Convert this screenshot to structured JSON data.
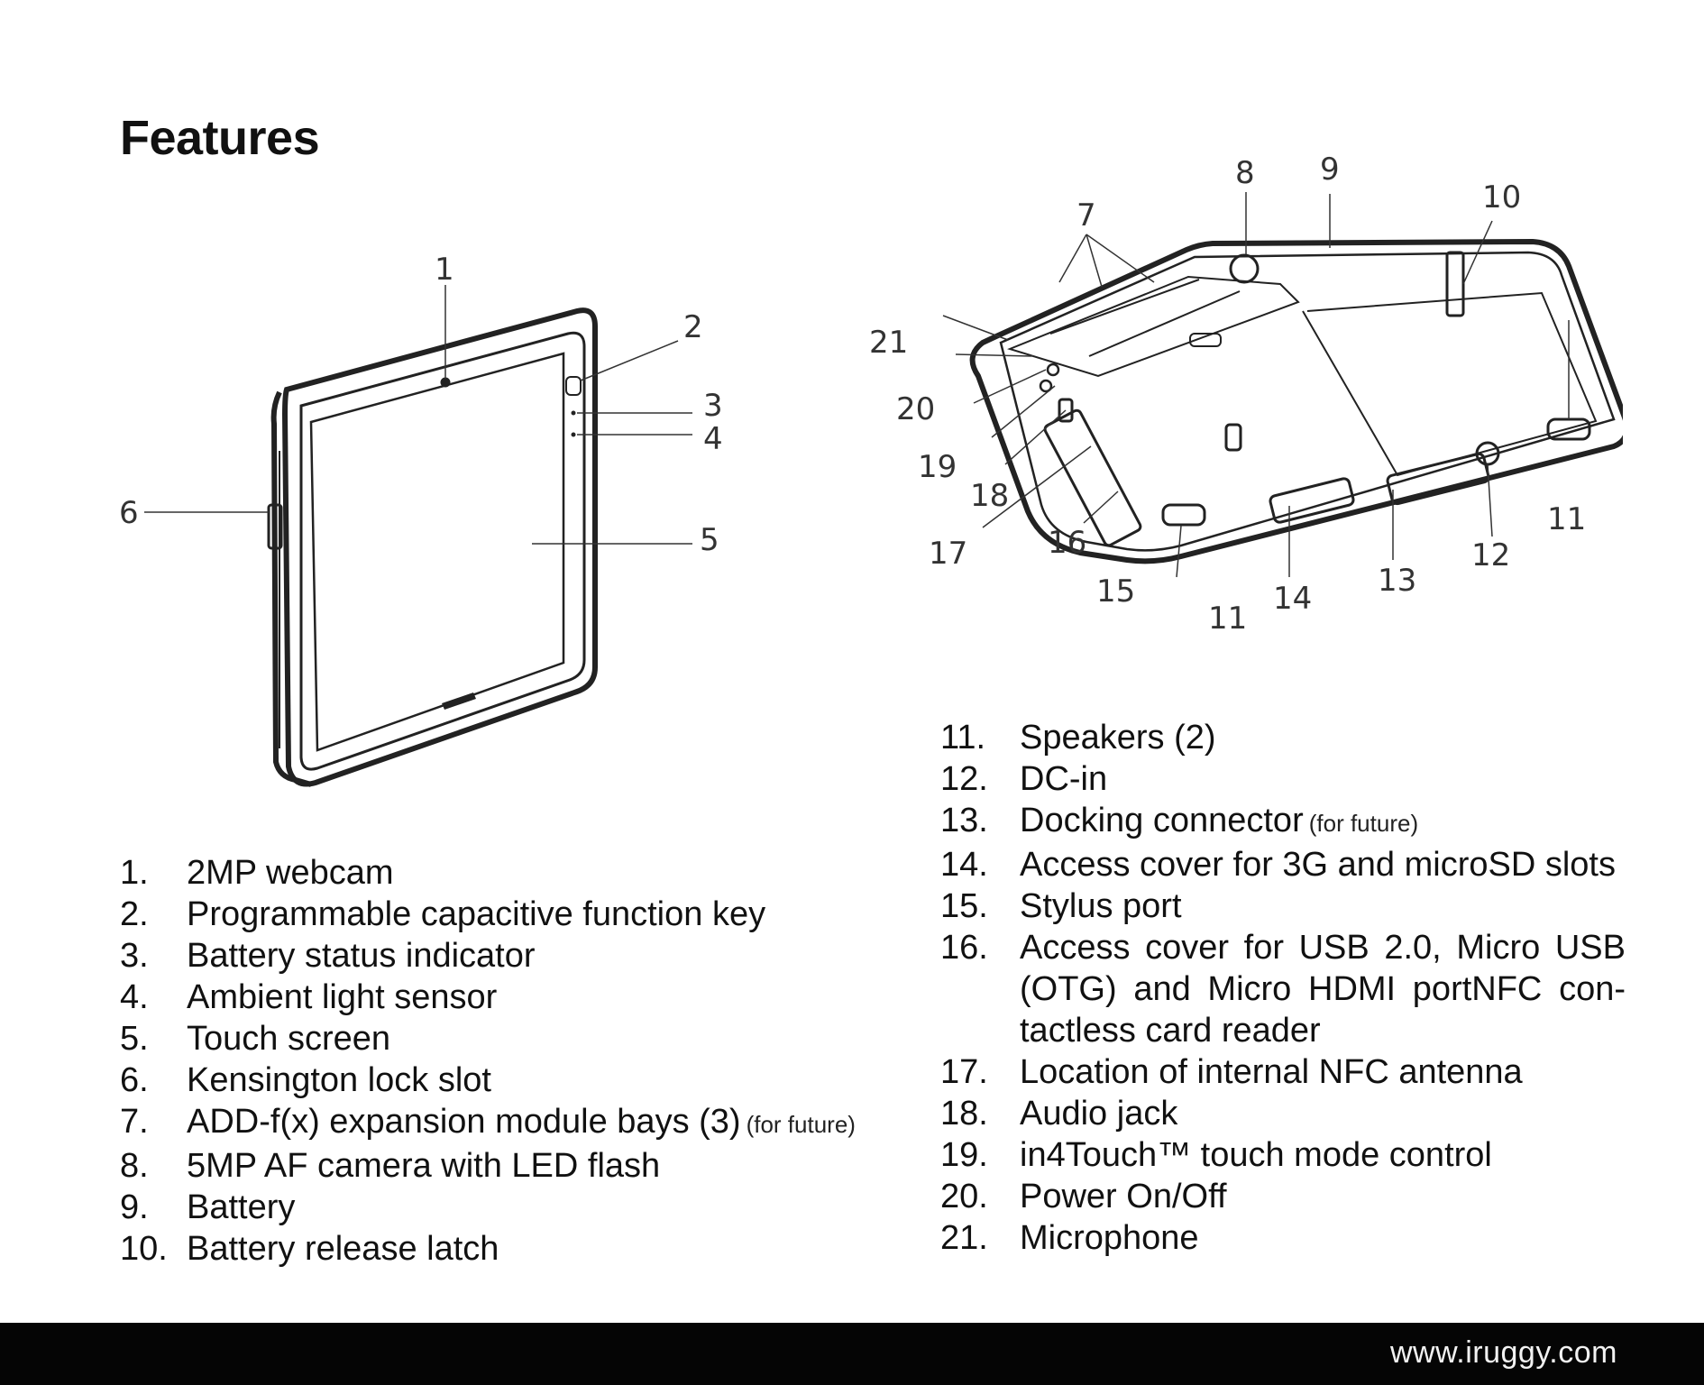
{
  "title": "Features",
  "front_callouts": [
    "1",
    "2",
    "3",
    "4",
    "5",
    "6"
  ],
  "back_callouts": [
    "7",
    "8",
    "9",
    "10",
    "11",
    "12",
    "13",
    "14",
    "15",
    "16",
    "17",
    "18",
    "19",
    "20",
    "21",
    "11"
  ],
  "left_list": [
    {
      "num": "1.",
      "text": "2MP webcam",
      "note": ""
    },
    {
      "num": "2.",
      "text": "Programmable capacitive function key",
      "note": ""
    },
    {
      "num": "3.",
      "text": "Battery status indicator",
      "note": ""
    },
    {
      "num": "4.",
      "text": "Ambient light sensor",
      "note": ""
    },
    {
      "num": "5.",
      "text": "Touch screen",
      "note": ""
    },
    {
      "num": "6.",
      "text": "Kensington lock slot",
      "note": ""
    },
    {
      "num": "7.",
      "text": "ADD-f(x) expansion module bays (3)",
      "note": "(for future)"
    },
    {
      "num": "8.",
      "text": "5MP AF camera with LED flash",
      "note": ""
    },
    {
      "num": "9.",
      "text": "Battery",
      "note": ""
    },
    {
      "num": "10.",
      "text": "Battery release latch",
      "note": ""
    }
  ],
  "right_list": [
    {
      "num": "11.",
      "text": "Speakers (2)",
      "note": ""
    },
    {
      "num": "12.",
      "text": "DC-in",
      "note": ""
    },
    {
      "num": "13.",
      "text": "Docking connector",
      "note": "(for future)"
    },
    {
      "num": "14.",
      "text": "Access cover for 3G and microSD slots",
      "note": ""
    },
    {
      "num": "15.",
      "text": "Stylus port",
      "note": ""
    },
    {
      "num": "16.",
      "text": "Access cover for USB 2.0, Micro USB (OTG) and Micro HDMI portNFC con-tactless card reader",
      "note": ""
    },
    {
      "num": "17.",
      "text": "Location of internal NFC antenna",
      "note": ""
    },
    {
      "num": "18.",
      "text": "Audio jack",
      "note": ""
    },
    {
      "num": "19.",
      "text": "in4Touch™ touch mode control",
      "note": ""
    },
    {
      "num": "20.",
      "text": "Power On/Off",
      "note": ""
    },
    {
      "num": "21.",
      "text": "Microphone",
      "note": ""
    }
  ],
  "footer": {
    "url": "www.iruggy.com"
  }
}
